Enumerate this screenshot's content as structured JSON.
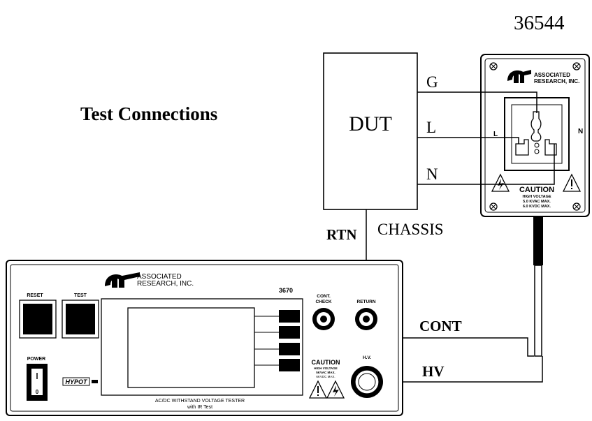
{
  "doc_number": "36544",
  "title": "Test Connections",
  "dut": {
    "label": "DUT",
    "terminals": {
      "g": "G",
      "l": "L",
      "n": "N"
    },
    "rtn_label": "RTN",
    "chassis_label": "CHASSIS"
  },
  "adapter": {
    "brand_line1": "ASSOCIATED",
    "brand_line2": "RESEARCH, INC.",
    "left_mark": "L",
    "right_mark": "N",
    "caution_title": "CAUTION",
    "caution_line1": "HIGH VOLTAGE",
    "caution_line2": "5.0 KVAC MAX.",
    "caution_line3": "6.0 KVDC MAX."
  },
  "tester": {
    "brand_line1": "ASSOCIATED",
    "brand_line2": "RESEARCH, INC.",
    "model": "3670",
    "reset_label": "RESET",
    "test_label": "TEST",
    "power_label": "POWER",
    "power_state": "0",
    "hypot_logo": "HYPOT",
    "cont_check_line1": "CONT.",
    "cont_check_line2": "CHECK",
    "return_label": "RETURN",
    "hv_label": "H.V.",
    "caution_title": "CAUTION",
    "caution_line1": "HIGH VOLTAGE",
    "caution_line2": "5KVAC MAX.",
    "caution_line3": "6KVDC MAX.",
    "desc_line1": "AC/DC WITHSTAND VOLTAGE TESTER",
    "desc_line2": "with IR Test"
  },
  "wires": {
    "cont": "CONT",
    "hv": "HV"
  }
}
